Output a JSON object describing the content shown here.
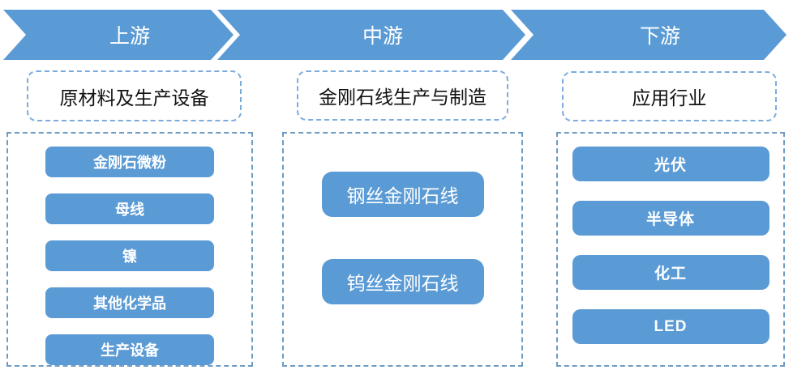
{
  "colors": {
    "primary": "#5B9BD5",
    "dash_box": "#7CABDE",
    "dash_panel": "#6D9BC2",
    "text_dark": "#111111",
    "text_light": "#FFFFFF"
  },
  "stages": [
    {
      "arrow": "上游",
      "category": "原材料及生产设备",
      "items": [
        "金刚石微粉",
        "母线",
        "镍",
        "其他化学品",
        "生产设备"
      ]
    },
    {
      "arrow": "中游",
      "category": "金刚石线生产与制造",
      "items": [
        "钢丝金刚石线",
        "钨丝金刚石线"
      ]
    },
    {
      "arrow": "下游",
      "category": "应用行业",
      "items": [
        "光伏",
        "半导体",
        "化工",
        "LED"
      ]
    }
  ]
}
